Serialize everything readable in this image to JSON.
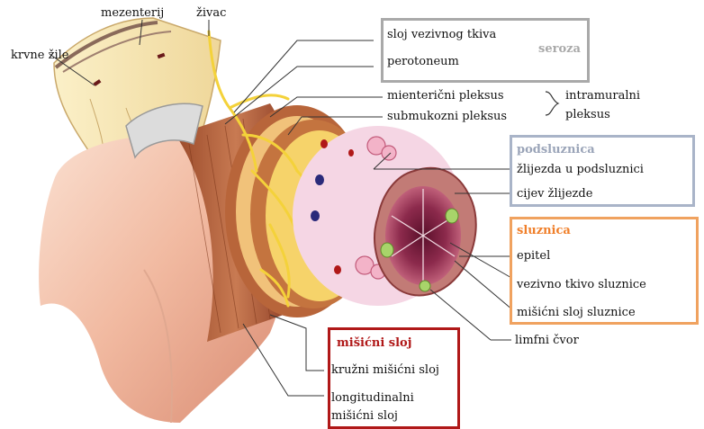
{
  "labels": {
    "krvne_zile": "krvne žile",
    "mezenterij": "mezenterij",
    "zivac": "živac",
    "sloj_vezivnog_tkiva": "sloj vezivnog tkiva",
    "perotoneum": "perotoneum",
    "seroza": "seroza",
    "mienterični_pleksus": "mienterični pleksus",
    "submukozni_pleksus": "submukozni pleksus",
    "intramuralni_1": "intramuralni",
    "intramuralni_2": "pleksus",
    "podsluznica": "podsluznica",
    "zlijezda": "žlijezda u podsluznici",
    "cijev": "cijev žlijezde",
    "sluznica": "sluznica",
    "epitel": "epitel",
    "vezivno_tkivo": "vezivno tkivo sluznice",
    "misicni_sloj_sluznice": "mišićni sloj sluznice",
    "limfni_cvor": "limfni čvor",
    "misicni_sloj": "mišićni sloj",
    "kruzni": "kružni mišićni sloj",
    "longitudinalni_1": "longitudinalni",
    "longitudinalni_2": "mišićni sloj"
  },
  "colors": {
    "serosa_box": "#a9a9a9",
    "submucosa_box": "#a9b4c8",
    "mucosa_box": "#f0a25f",
    "muscle_box": "#b01818",
    "nerve": "#f4d23a",
    "muscle": "#b8653a"
  }
}
